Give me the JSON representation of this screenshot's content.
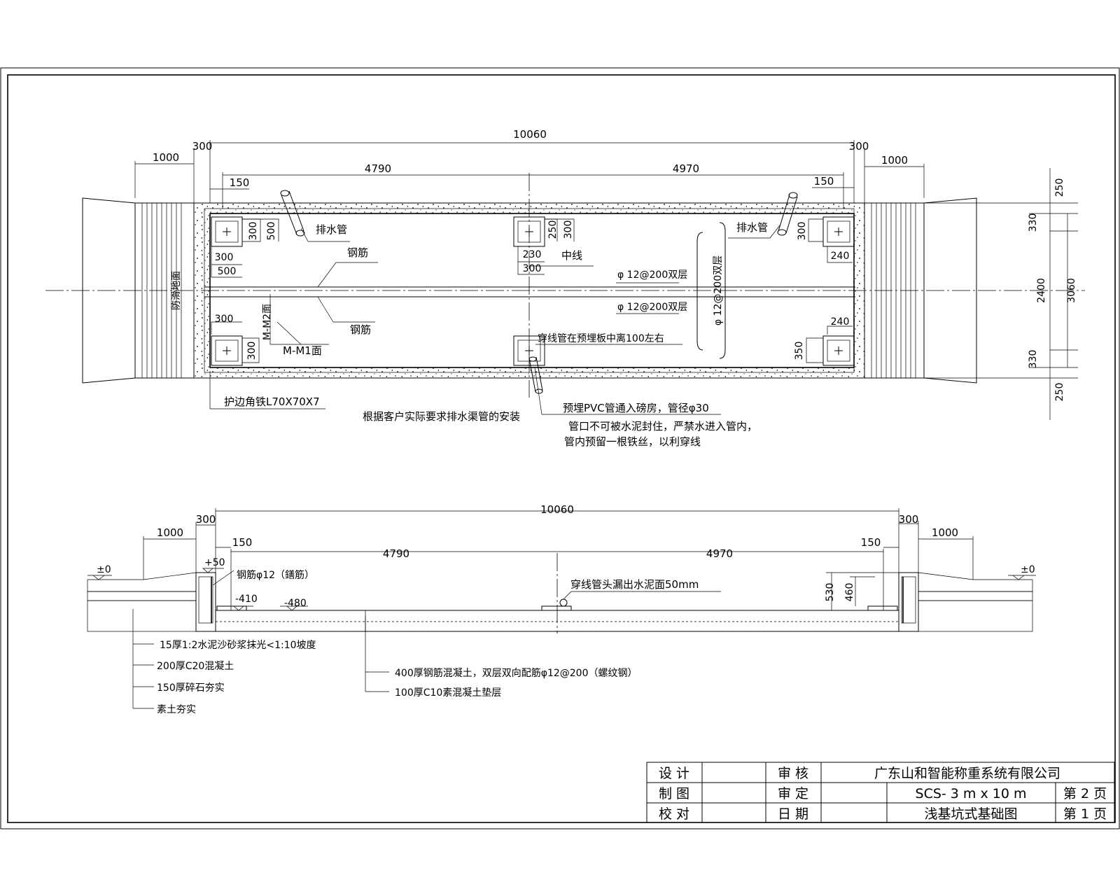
{
  "plan": {
    "dims": {
      "overall": "10060",
      "approach_left": "1000",
      "approach_right": "1000",
      "wall_left": "300",
      "wall_right": "300",
      "half_left": "4790",
      "half_right": "4970",
      "off_left": "150",
      "off_right": "150",
      "right_250_top": "250",
      "right_330_top": "330",
      "right_2400": "2400",
      "right_3060": "3060",
      "right_330_bot": "330",
      "right_250_bot": "250",
      "tl_300": "300",
      "tl_500": "500",
      "tl_300b": "300",
      "tl_500b": "500",
      "mid_250": "250",
      "mid_300": "300",
      "mid_230": "230",
      "mid_300b": "300",
      "tr_300": "300",
      "tr_240": "240",
      "bl_300": "300",
      "bl_300b": "300",
      "br_240": "240",
      "br_350": "350"
    },
    "labels": {
      "drain_left": "排水管",
      "drain_right": "排水管",
      "rebar_top": "钢筋",
      "rebar_bottom": "钢筋",
      "center_line": "中线",
      "rebar_spec_top": "φ 12@200双层",
      "rebar_spec_bottom": "φ 12@200双层",
      "rebar_spec_vertical": "φ 12@200双层",
      "mm2": "M-M2面",
      "mm1": "M-M1面",
      "anti_slip": "防滑地面",
      "conduit_note": "穿线管在预埋板中离100左右",
      "edge_angle": "护边角铁L70X70X7",
      "drain_note": "根据客户实际要求排水渠管的安装",
      "pvc_note": "预埋PVC管通入磅房，管径φ30",
      "pipe_note_1": "管口不可被水泥封住，严禁水进入管内，",
      "pipe_note_2": "管内预留一根铁丝，以利穿线"
    }
  },
  "section": {
    "dims": {
      "overall": "10060",
      "approach_left": "1000",
      "approach_right": "1000",
      "wall_left": "300",
      "wall_right": "300",
      "off_left": "150",
      "off_right": "150",
      "half_left": "4790",
      "half_right": "4970",
      "h530": "530",
      "h460": "460"
    },
    "levels": {
      "zero_left": "±0",
      "zero_right": "±0",
      "plus50": "+50",
      "minus410": "-410",
      "minus480": "-480"
    },
    "labels": {
      "rebar_hook": "钢筋φ12（鐥筋）",
      "conduit_exposed": "穿线管头漏出水泥面50mm"
    },
    "layers_left": [
      "15厚1:2水泥沙砂浆抹光<1:10坡度",
      "200厚C20混凝土",
      "150厚碎石夯实",
      "素土夯实"
    ],
    "layers_mid": [
      "400厚钢筋混凝土，双层双向配筋φ12@200（螺纹钢）",
      "100厚C10素混凝土垫层"
    ]
  },
  "title_block": {
    "design": "设 计",
    "drawn": "制 图",
    "check": "校 对",
    "review": "审 核",
    "approve": "审 定",
    "date": "日 期",
    "company": "广东山和智能称重系统有限公司",
    "model": "SCS- 3 m x 10 m",
    "drawing_name": "浅基坑式基础图",
    "page_total": "第 2 页",
    "page_no": "第 1 页"
  }
}
